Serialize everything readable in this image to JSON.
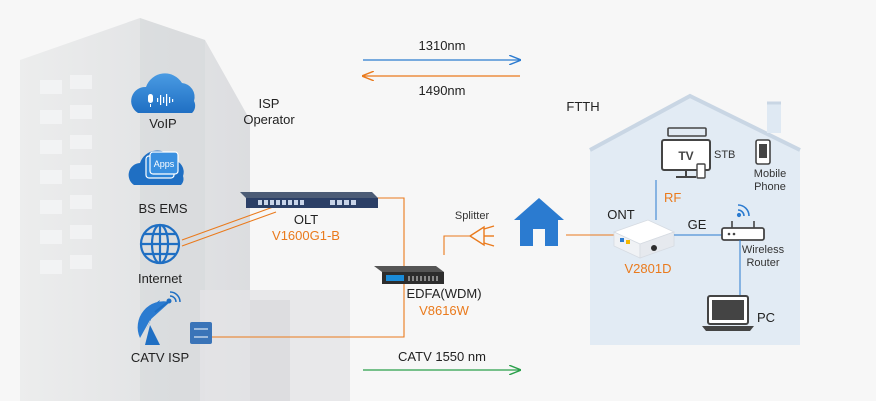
{
  "colors": {
    "orange": "#ea7a1c",
    "blue": "#2b7bd0",
    "green": "#2aa04a",
    "house_fill": "#dfe9f3",
    "building": "#e7e8ea"
  },
  "labels": {
    "voip": "VoIP",
    "bs_ems": "BS EMS",
    "internet": "Internet",
    "catv_isp": "CATV ISP",
    "isp_operator_1": "ISP",
    "isp_operator_2": "Operator",
    "olt": "OLT",
    "olt_model": "V1600G1-B",
    "edfa": "EDFA(WDM)",
    "edfa_model": "V8616W",
    "splitter": "Splitter",
    "ftth": "FTTH",
    "ont": "ONT",
    "ont_model": "V2801D",
    "rf": "RF",
    "ge": "GE",
    "stb": "STB",
    "tv": "TV",
    "mobile_1": "Mobile",
    "mobile_2": "Phone",
    "router_1": "Wireless",
    "router_2": "Router",
    "pc": "PC",
    "apps_badge": "Apps"
  },
  "arrows": {
    "upstream": "1310nm",
    "downstream": "1490nm",
    "catv": "CATV  1550 nm"
  },
  "icons": [
    "cloud-icon",
    "microphone-icon",
    "apps-icon",
    "globe-icon",
    "satellite-dish-icon",
    "home-icon",
    "tv-icon",
    "phone-icon",
    "wifi-icon",
    "router-icon",
    "pc-icon"
  ]
}
